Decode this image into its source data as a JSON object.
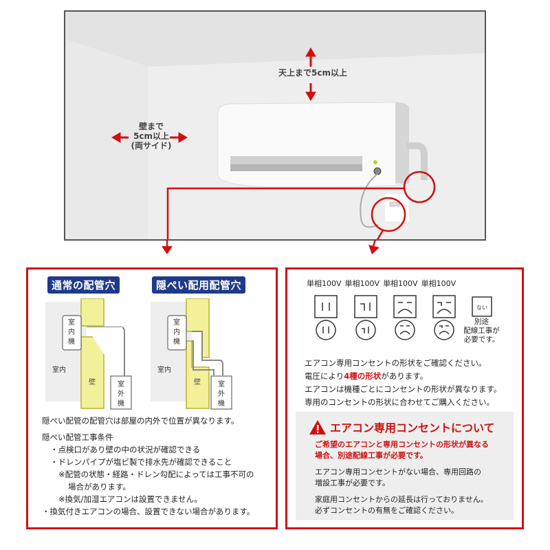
{
  "scene": {
    "ceiling_clearance_label": "天上まで5cm以上",
    "wall_clearance_label": [
      "壁まで",
      "5cm以上",
      "(両サイド)"
    ],
    "colors": {
      "arrow": "#d01010",
      "wall": "#eeeeee",
      "ceiling": "#e3e3e3"
    }
  },
  "left_panel": {
    "tags": [
      "通常の配管穴",
      "隠ぺい配用配管穴"
    ],
    "diagram_labels": {
      "indoor_unit": "室内機",
      "indoor": "室内",
      "wall": "壁",
      "outdoor_unit": "室外機"
    },
    "lines": [
      "隠ぺい配管の配管穴は部屋の内外で位置が異なります。",
      "隠ぺい配管工事条件",
      "・点検口があり壁の中の状況が確認できる",
      "・ドレンパイプが塩ビ製で排水先が確認できること",
      "※配管の状態・経路・ドレン勾配によっては工事不可の",
      "場合があります。",
      "※換気/加湿エアコンは設置できません。",
      "・換気付きエアコンの場合、設置できない場合があります。"
    ],
    "colors": {
      "tag_bg": "#1f3a8a",
      "wall_fill": "#f3f09a",
      "wall_border": "#b7b22a",
      "border": "#d01010"
    }
  },
  "right_panel": {
    "voltage_labels": [
      "単相100V",
      "単相100V",
      "単相100V",
      "単相100V"
    ],
    "no_outlet_label": "ない",
    "no_outlet_note": [
      "別途",
      "配線工事が",
      "必要です。"
    ],
    "lines": [
      "エアコン専用コンセントの形状をご確認ください。",
      "電圧により",
      "4種の形状",
      "があります。",
      "エアコンは機種ごとにコンセントの形状が異なります。",
      "専用のコンセントの形状に合わせてご購入ください。"
    ],
    "notice": {
      "title": "エアコン専用コンセントについて",
      "warning_icon": "warning-triangle-icon",
      "red_text": [
        "ご希望のエアコンと専用コンセントの形状が異なる",
        "場合、別途配線工事が必要です。"
      ],
      "para1": [
        "エアコン専用コンセントがない場合、専用回路の",
        "増設工事が必要です。"
      ],
      "para2": [
        "家庭用コンセントからの延長は行っておりません。",
        "必ずコンセントの有無をご確認ください。"
      ]
    }
  }
}
